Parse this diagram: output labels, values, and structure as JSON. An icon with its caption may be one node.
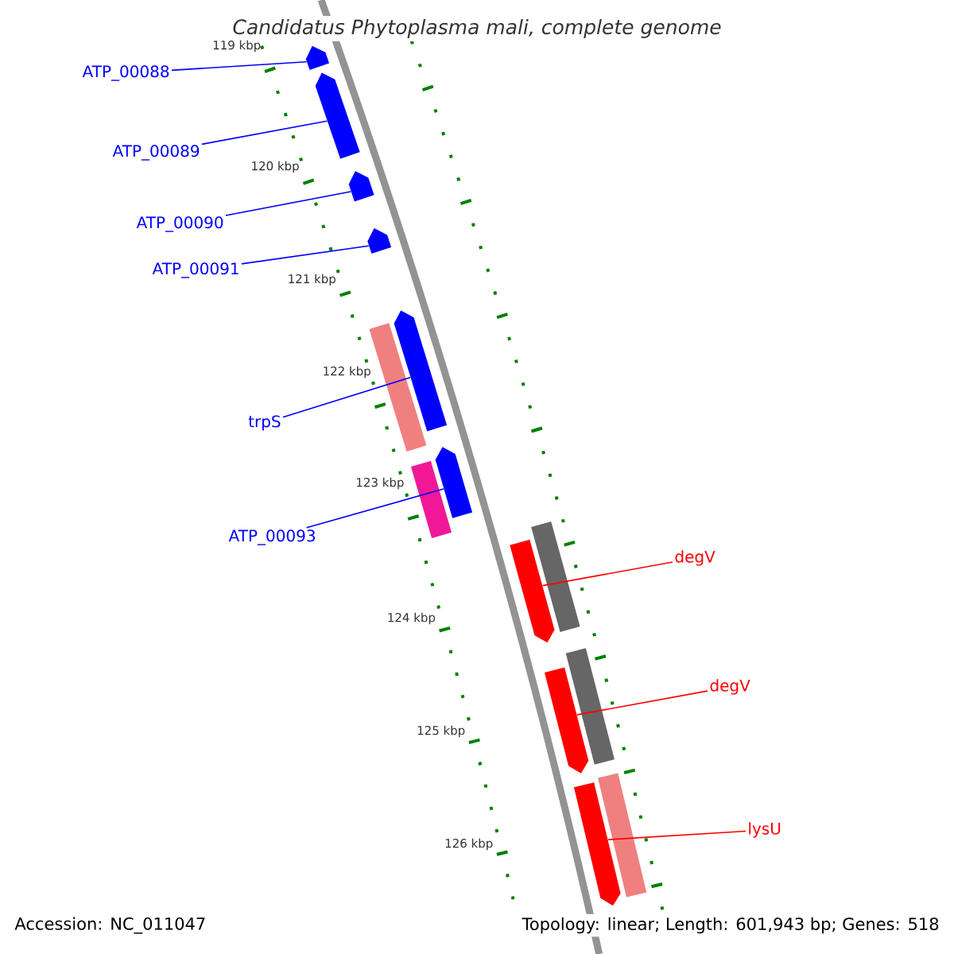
{
  "diagram": {
    "title": "Candidatus Phytoplasma mali, complete genome",
    "nodes": [
      {
        "text": [
          "ATP_00088"
        ]
      },
      {
        "text": [
          "ATP_00089"
        ]
      },
      {
        "text": [
          "ATP_00090"
        ]
      },
      {
        "text": [
          "ATP_00091"
        ]
      },
      {
        "text": [
          "trpS"
        ]
      },
      {
        "text": [
          "ATP_00093"
        ]
      },
      {
        "text": [
          "degV"
        ]
      },
      {
        "text": [
          "degV"
        ]
      },
      {
        "text": [
          "lysU"
        ]
      },
      {
        "text": [],
        "shape": "pentagon"
      },
      {
        "text": [],
        "shape": "pentagon"
      },
      {
        "text": [],
        "shape": "pentagon"
      },
      {
        "text": [],
        "shape": "pentagon"
      },
      {
        "text": [],
        "shape": "pentagon"
      },
      {
        "text": [],
        "shape": "pentagon"
      },
      {
        "text": [],
        "shape": "pentagon"
      },
      {
        "text": [],
        "shape": "pentagon"
      },
      {
        "text": [],
        "shape": "pentagon"
      },
      {
        "text": [],
        "shape": "bar"
      },
      {
        "text": [],
        "shape": "bar"
      },
      {
        "text": [],
        "shape": "bar"
      },
      {
        "text": [],
        "shape": "bar"
      },
      {
        "text": [],
        "shape": "bar"
      }
    ],
    "edges": [
      {
        "from": 0,
        "to": 9,
        "arrow": "none"
      },
      {
        "from": 1,
        "to": 10,
        "arrow": "none"
      },
      {
        "from": 2,
        "to": 11,
        "arrow": "none"
      },
      {
        "from": 3,
        "to": 12,
        "arrow": "none"
      },
      {
        "from": 4,
        "to": 13,
        "arrow": "none"
      },
      {
        "from": 5,
        "to": 14,
        "arrow": "none"
      },
      {
        "from": 6,
        "to": 15,
        "arrow": "none",
        "color": "#ff0000"
      },
      {
        "from": 7,
        "to": 16,
        "arrow": "none",
        "color": "#ff0000"
      },
      {
        "from": 8,
        "to": 17,
        "arrow": "none",
        "color": "#ff0000"
      }
    ],
    "labels": [
      "119 kbp",
      "120 kbp",
      "121 kbp",
      "122 kbp",
      "123 kbp",
      "124 kbp",
      "125 kbp",
      "126 kbp",
      "Accession: NC_011047",
      "Topology: linear; Length: 601,943 bp; Genes: 518"
    ]
  }
}
